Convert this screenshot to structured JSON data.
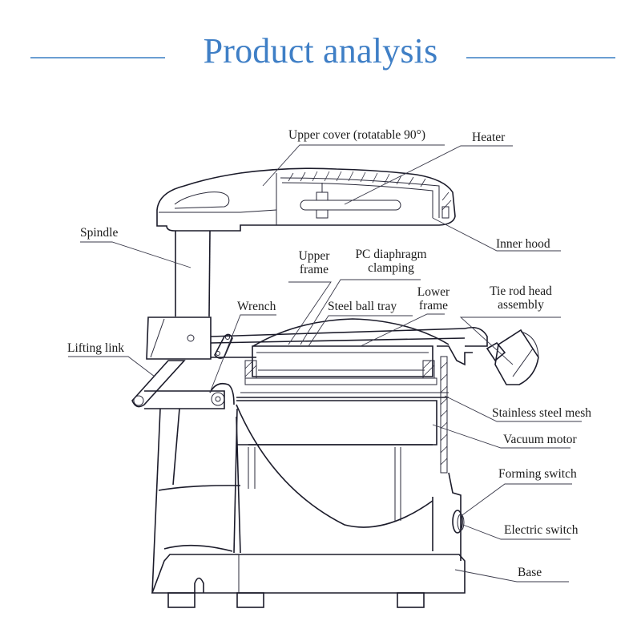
{
  "header": {
    "title": "Product analysis",
    "accent_color": "#3f7fc6"
  },
  "diagram": {
    "subject": "Vacuum forming machine",
    "labels": {
      "upper_cover": "Upper cover (rotatable 90°)",
      "heater": "Heater",
      "inner_hood": "Inner hood",
      "spindle": "Spindle",
      "upper_frame_1": "Upper",
      "upper_frame_2": "frame",
      "pc_diaphragm_1": "PC diaphragm",
      "pc_diaphragm_2": "clamping",
      "lower_frame_1": "Lower",
      "lower_frame_2": "frame",
      "tie_rod_1": "Tie rod head",
      "tie_rod_2": "assembly",
      "wrench": "Wrench",
      "steel_ball_tray": "Steel ball tray",
      "lifting_link": "Lifting link",
      "stainless_mesh": "Stainless steel mesh",
      "vacuum_motor": "Vacuum motor",
      "forming_switch": "Forming switch",
      "electric_switch": "Electric switch",
      "base": "Base"
    }
  }
}
